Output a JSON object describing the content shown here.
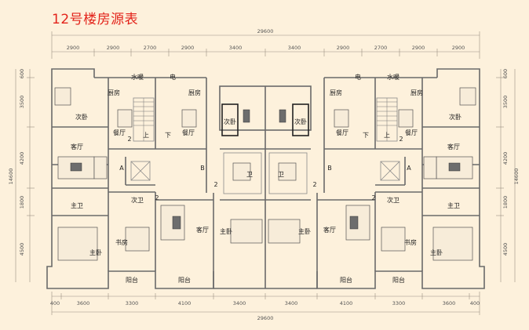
{
  "title": "12号楼房源表",
  "dims_top_total": "29600",
  "dims_top": [
    "2900",
    "2900",
    "2700",
    "2900",
    "3400",
    "3400",
    "2900",
    "2700",
    "2900",
    "2900"
  ],
  "dims_bottom_total": "29600",
  "dims_bottom": [
    "400",
    "3600",
    "3300",
    "4100",
    "3400",
    "3400",
    "4100",
    "3300",
    "3600",
    "400"
  ],
  "dims_left": [
    "600",
    "3500",
    "4200",
    "1800",
    "4500"
  ],
  "dims_left_total": "14600",
  "dims_right": [
    "600",
    "3500",
    "4200",
    "1800",
    "4500"
  ],
  "dims_right_total": "14600",
  "rooms": {
    "water_heat": "水暖",
    "elec": "电",
    "kitchen": "厨房",
    "second_bed": "次卧",
    "dining": "餐厅",
    "living": "客厅",
    "main_bath": "主卫",
    "second_bath": "次卫",
    "study": "书房",
    "master_bed": "主卧",
    "balcony": "阳台",
    "bath": "卫"
  },
  "unit_a": "A",
  "unit_b": "B",
  "stair_up": "上",
  "stair_down": "下",
  "floor_mark": "2",
  "colors": {
    "title": "#e3241b",
    "background": "#fdf1dc",
    "wall": "#6a6a6a"
  }
}
